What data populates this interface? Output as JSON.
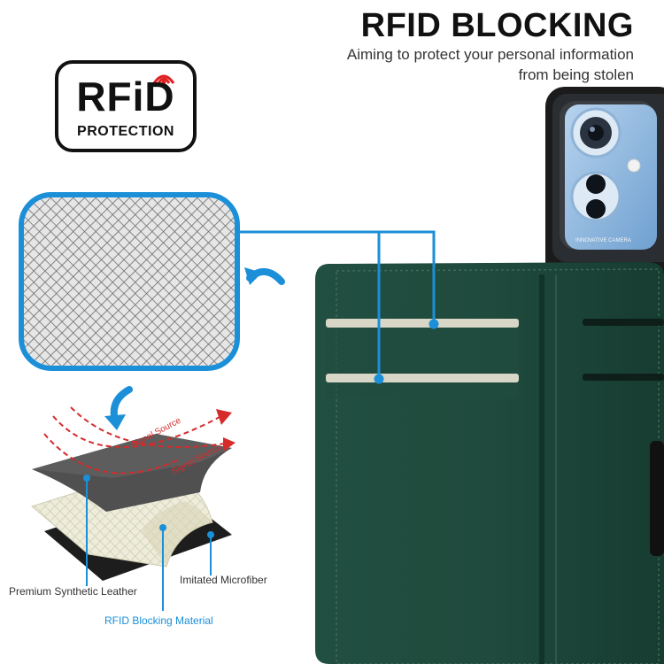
{
  "header": {
    "title": "RFID BLOCKING",
    "subtitle_line1": "Aiming to protect your personal information",
    "subtitle_line2": "from being stolen"
  },
  "badge": {
    "main_text": "RFiD",
    "sub_text": "PROTECTION"
  },
  "diagram": {
    "signal_label_1": "Signal Source",
    "signal_label_2": "Signal Source",
    "layers": {
      "leather": "Premium Synthetic Leather",
      "microfiber": "Imitated Microfiber",
      "rfid": "RFID Blocking Material"
    }
  },
  "phone": {
    "brand_text": "INNOVATIVE CAMERA"
  },
  "colors": {
    "accent_blue": "#1b8fd8",
    "wallet_green": "#1d4a3c",
    "signal_red": "#d62b2b",
    "wave_red": "#e02020"
  }
}
